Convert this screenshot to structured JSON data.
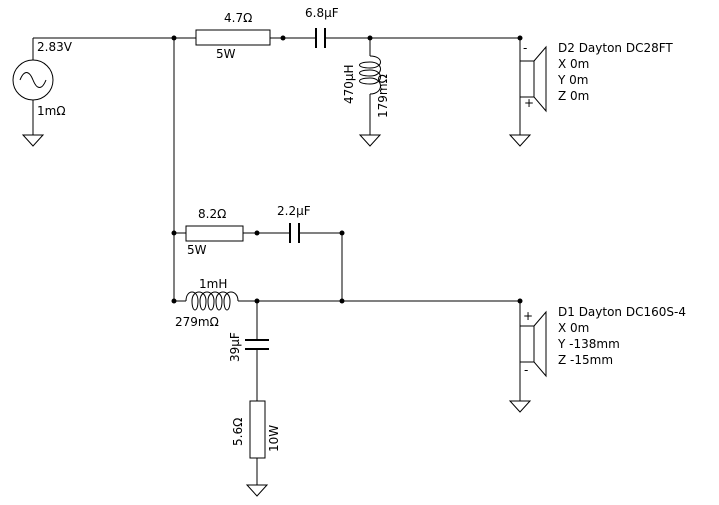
{
  "source": {
    "voltage": "2.83V",
    "resistance": "1mΩ"
  },
  "tweeter_branch": {
    "r1": {
      "value": "4.7Ω",
      "power": "5W"
    },
    "c1": {
      "value": "6.8µF"
    },
    "l1": {
      "value": "470µH",
      "resistance": "179mΩ"
    }
  },
  "woofer_branch": {
    "r2": {
      "value": "8.2Ω",
      "power": "5W"
    },
    "c2": {
      "value": "2.2µF"
    },
    "l2": {
      "value": "1mH",
      "resistance": "279mΩ"
    },
    "c3": {
      "value": "39µF"
    },
    "r3": {
      "value": "5.6Ω",
      "power": "10W"
    }
  },
  "drivers": [
    {
      "name": "D2 Dayton DC28FT",
      "x": "X 0m",
      "y": "Y 0m",
      "z": "Z 0m",
      "top_sign": "-",
      "bottom_sign": "+"
    },
    {
      "name": "D1 Dayton DC160S-4",
      "x": "X 0m",
      "y": "Y -138mm",
      "z": "Z -15mm",
      "top_sign": "+",
      "bottom_sign": "-"
    }
  ]
}
